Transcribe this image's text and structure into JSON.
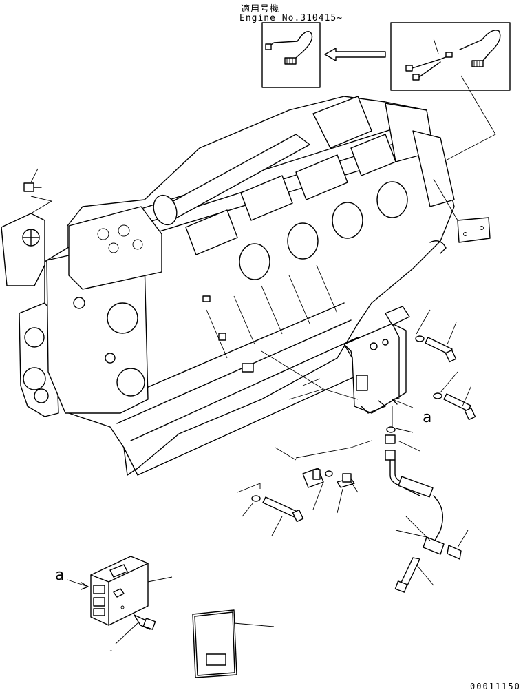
{
  "header": {
    "applicable_label": "適用号機",
    "engine_range": "Engine No.310415~"
  },
  "callouts": {
    "ref_a_right": "a",
    "ref_a_left": "a",
    "dash_mark": "-"
  },
  "figure_number": "00011150"
}
